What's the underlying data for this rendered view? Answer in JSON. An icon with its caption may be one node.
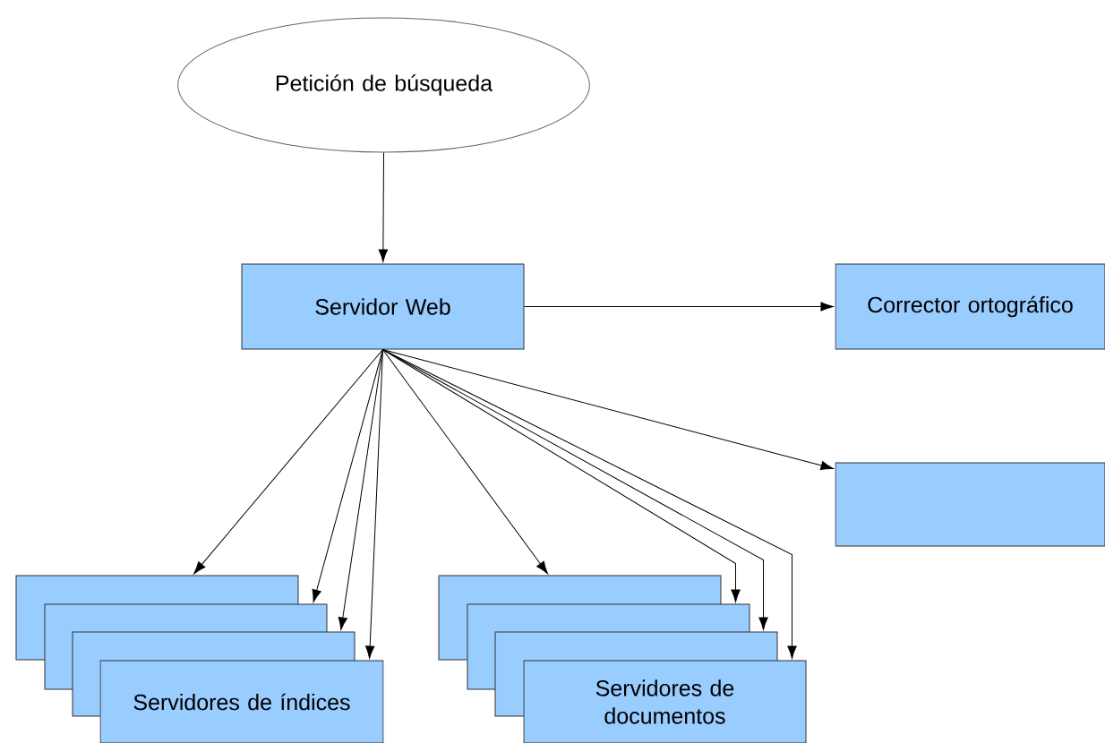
{
  "diagram": {
    "nodes": [
      {
        "text": [
          "Petición de búsqueda"
        ]
      },
      {
        "text": [
          "Servidor Web"
        ]
      },
      {
        "text": [
          "Corrector ortográfico"
        ]
      },
      {
        "text": [],
        "shape": "box"
      },
      {
        "text": [],
        "shape": "box"
      },
      {
        "text": [],
        "shape": "box"
      },
      {
        "text": [],
        "shape": "box"
      },
      {
        "text": [
          "Servidores de índices"
        ]
      },
      {
        "text": [],
        "shape": "box"
      },
      {
        "text": [],
        "shape": "box"
      },
      {
        "text": [],
        "shape": "box"
      },
      {
        "text": [
          "Servidores de documentos"
        ]
      }
    ],
    "edges": [
      {
        "from": 0,
        "to": 1,
        "arrow": "to"
      },
      {
        "from": 1,
        "to": 2,
        "arrow": "to"
      },
      {
        "from": 1,
        "to": 3,
        "arrow": "to"
      },
      {
        "from": 1,
        "to": 4,
        "arrow": "to"
      },
      {
        "from": 1,
        "to": 5,
        "arrow": "to"
      },
      {
        "from": 1,
        "to": 6,
        "arrow": "to"
      },
      {
        "from": 1,
        "to": 7,
        "arrow": "to"
      },
      {
        "from": 1,
        "to": 8,
        "arrow": "to"
      },
      {
        "from": 1,
        "to": 9,
        "arrow": "to"
      },
      {
        "from": 1,
        "to": 10,
        "arrow": "to"
      },
      {
        "from": 1,
        "to": 11,
        "arrow": "to"
      }
    ]
  }
}
